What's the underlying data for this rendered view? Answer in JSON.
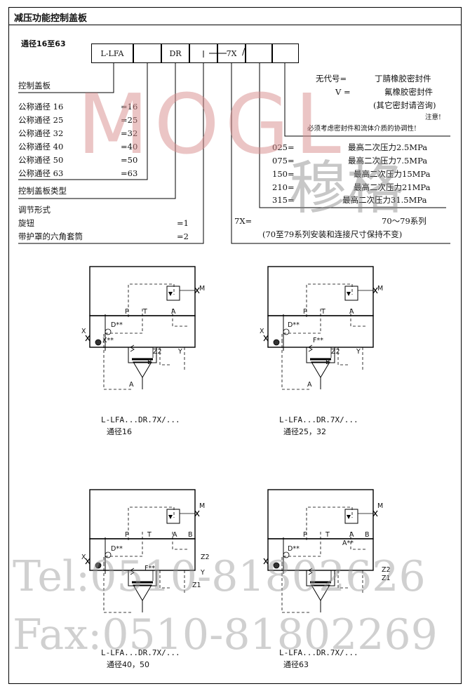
{
  "title": "减压功能控制盖板",
  "size_label": "通径16至63",
  "code_boxes": [
    "L-LFA",
    "",
    "DR",
    "",
    "7X",
    "",
    ""
  ],
  "code_slash": "/",
  "cover_label": "控制盖板",
  "sizes": [
    {
      "name": "公称通径",
      "dn": "16",
      "code": "=16"
    },
    {
      "name": "公称通径",
      "dn": "25",
      "code": "=25"
    },
    {
      "name": "公称通径",
      "dn": "32",
      "code": "=32"
    },
    {
      "name": "公称通径",
      "dn": "40",
      "code": "=40"
    },
    {
      "name": "公称通径",
      "dn": "50",
      "code": "=50"
    },
    {
      "name": "公称通径",
      "dn": "63",
      "code": "=63"
    }
  ],
  "cover_type_label": "控制盖板类型",
  "adjust_label": "调节形式",
  "adjust_items": [
    {
      "name": "旋钮",
      "code": "=1"
    },
    {
      "name": "带护罩的六角套筒",
      "code": "=2"
    }
  ],
  "seals": [
    {
      "key": "无代号=",
      "value": "丁腈橡胶密封件"
    },
    {
      "key": "V =",
      "value": "氟橡胶密封件"
    }
  ],
  "seal_note": "(其它密封请咨询)",
  "seal_attention": "注意!",
  "seal_warning": "必须考虑密封件和流体介质的协调性!",
  "pressures": [
    {
      "code": "025=",
      "text": "最高二次压力2.5MPa"
    },
    {
      "code": "075=",
      "text": "最高二次压力7.5MPa"
    },
    {
      "code": "150=",
      "text": "最高二次压力15MPa"
    },
    {
      "code": "210=",
      "text": "最高二次压力21MPa"
    },
    {
      "code": "315=",
      "text": "最高二次压力31.5MPa"
    }
  ],
  "series_code": "7X=",
  "series_text": "70～79系列",
  "series_note": "(70至79系列安装和连接尺寸保持不变)",
  "watermark_logo": "MOGL",
  "watermark_cn": "穆格",
  "watermark_tel": "Tel:0510-81802626",
  "watermark_fax": "Fax:0510-81802269",
  "diagrams": [
    {
      "model": "L-LFA...DR.7X/...",
      "dn": "通径16"
    },
    {
      "model": "L-LFA...DR.7X/...",
      "dn": "通径25，32"
    },
    {
      "model": "L-LFA...DR.7X/...",
      "dn": "通径40，50"
    },
    {
      "model": "L-LFA...DR.7X/...",
      "dn": "通径63"
    }
  ],
  "port_labels": {
    "p": "P",
    "t": "T",
    "a": "A",
    "b": "B",
    "x": "X",
    "y": "Y",
    "m": "M",
    "z1": "Z1",
    "z2": "Z2",
    "d": "D**",
    "x_orifice": "X**",
    "f": "F**",
    "a_orifice": "A**"
  }
}
